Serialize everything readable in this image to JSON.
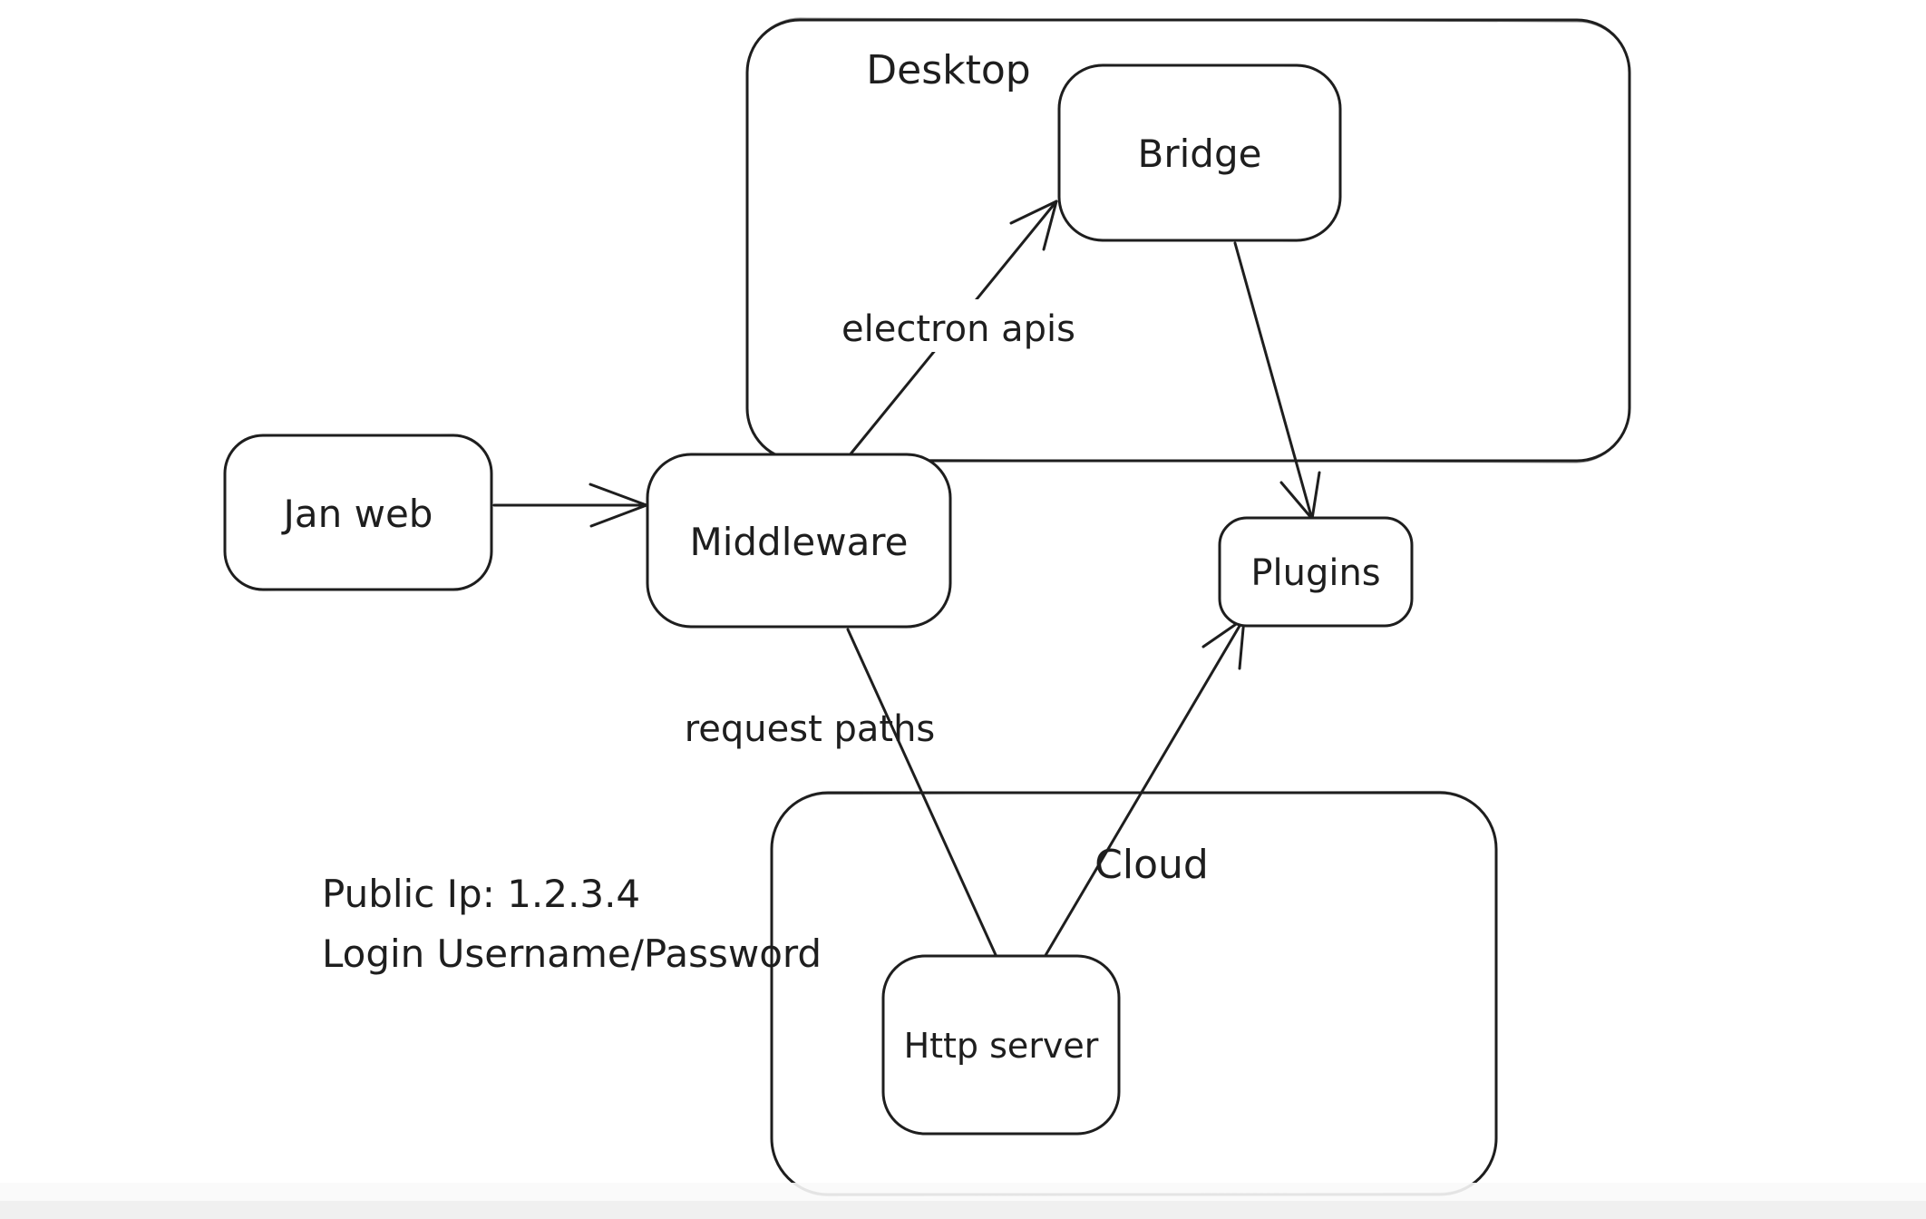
{
  "app": {
    "canvas_background": "#ffffff",
    "stroke_color": "#1e1e1e",
    "bottom_fade_color": "#f0f0f0"
  },
  "diagram": {
    "containers": {
      "desktop": {
        "label": "Desktop"
      },
      "cloud": {
        "label": "Cloud"
      }
    },
    "nodes": {
      "jan_web": {
        "label": "Jan web"
      },
      "middleware": {
        "label": "Middleware"
      },
      "bridge": {
        "label": "Bridge"
      },
      "plugins": {
        "label": "Plugins"
      },
      "http_server": {
        "label": "Http server"
      }
    },
    "edges": [
      {
        "from": "Jan web",
        "to": "Middleware",
        "label": "",
        "arrowhead": true
      },
      {
        "from": "Middleware",
        "to": "Bridge",
        "label": "electron apis",
        "arrowhead": true
      },
      {
        "from": "Bridge",
        "to": "Plugins",
        "label": "",
        "arrowhead": true
      },
      {
        "from": "Middleware",
        "to": "Http server",
        "label": "request paths",
        "arrowhead": false
      },
      {
        "from": "Http server",
        "to": "Plugins",
        "label": "",
        "arrowhead": true
      }
    ],
    "annotations": {
      "public_ip": "Public Ip: 1.2.3.4",
      "login": "Login Username/Password"
    }
  }
}
